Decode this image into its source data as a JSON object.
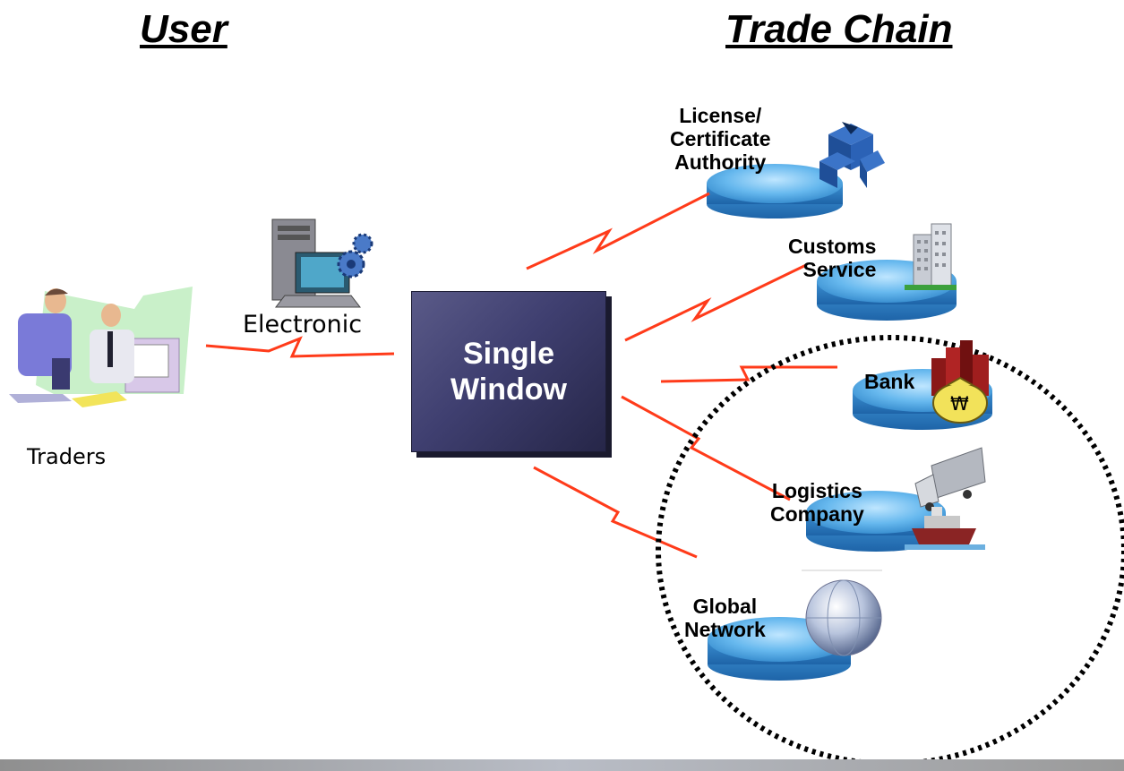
{
  "headers": {
    "user": "User",
    "trade_chain": "Trade Chain"
  },
  "left": {
    "traders_label": "Traders",
    "electronic_label": "Electronic"
  },
  "center": {
    "line1": "Single",
    "line2": "Window"
  },
  "nodes": [
    {
      "id": "license",
      "lines": [
        "License/",
        "Certificate",
        "Authority"
      ],
      "icon": "boxes-icon"
    },
    {
      "id": "customs",
      "lines": [
        "Customs",
        "Service"
      ],
      "icon": "building-icon"
    },
    {
      "id": "bank",
      "lines": [
        "Bank"
      ],
      "icon": "money-bag-icon",
      "symbol": "₩"
    },
    {
      "id": "logistics",
      "lines": [
        "Logistics",
        "Company"
      ],
      "icon": "truck-ship-icon"
    },
    {
      "id": "global",
      "lines": [
        "Global",
        "Network"
      ],
      "icon": "globe-icon"
    }
  ],
  "colors": {
    "connector": "#ff3b1a",
    "disc": "#5fb0e8",
    "window_box": "#3f3f70",
    "highlight_circle": "#000000"
  }
}
